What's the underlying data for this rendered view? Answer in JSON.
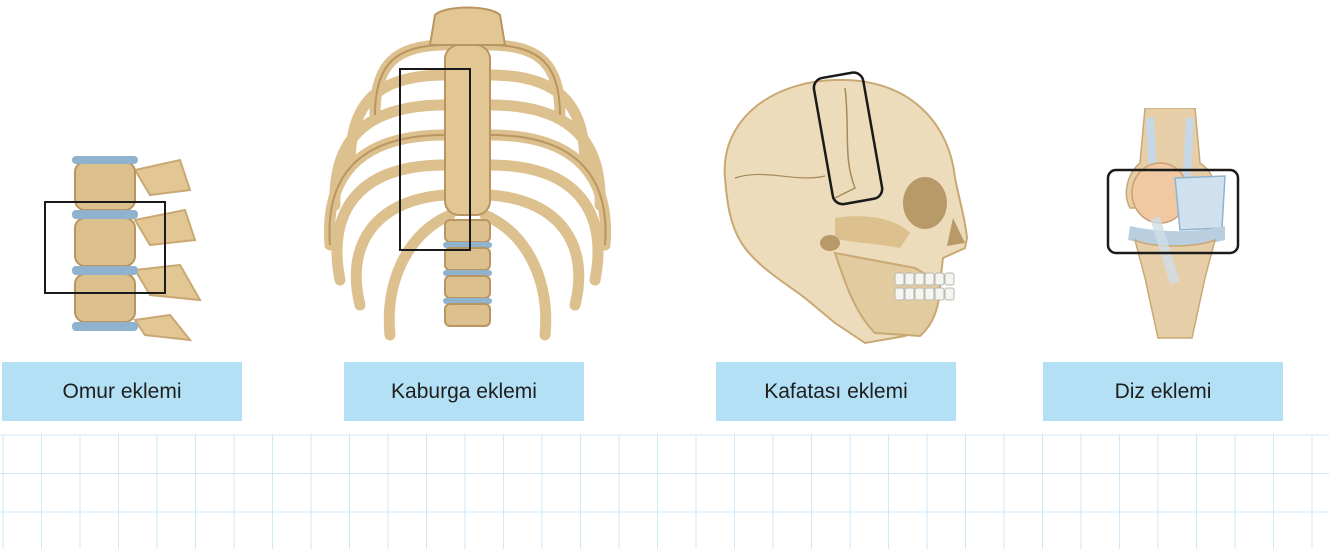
{
  "joints": [
    {
      "id": "omur",
      "label": "Omur eklemi"
    },
    {
      "id": "kaburga",
      "label": "Kaburga eklemi"
    },
    {
      "id": "kafatasi",
      "label": "Kafatası eklemi"
    },
    {
      "id": "diz",
      "label": "Diz eklemi"
    }
  ],
  "colors": {
    "label_bg": "#b3e0f5",
    "grid_line": "#cfeaf7",
    "bone": "#ead3a8",
    "bone_shadow": "#c9a873",
    "cartilage": "#8fb3cf",
    "highlight_box": "#1a1a1a"
  }
}
